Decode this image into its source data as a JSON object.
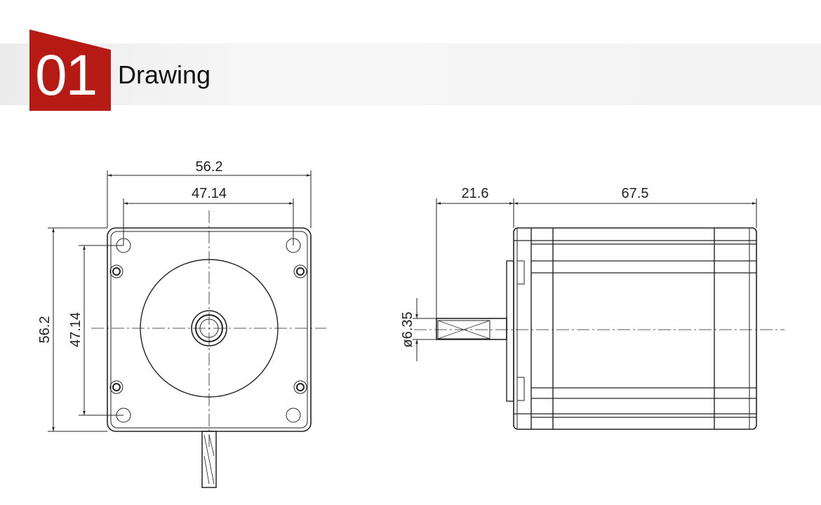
{
  "header": {
    "number": "01",
    "title": "Drawing",
    "accent": "#b51b14"
  },
  "front_view": {
    "width": "56.2",
    "hole_spacing_h": "47.14",
    "height": "56.2",
    "hole_spacing_v": "47.14"
  },
  "side_view": {
    "shaft_length": "21.6",
    "body_length": "67.5",
    "shaft_diameter": "ø6.35"
  }
}
